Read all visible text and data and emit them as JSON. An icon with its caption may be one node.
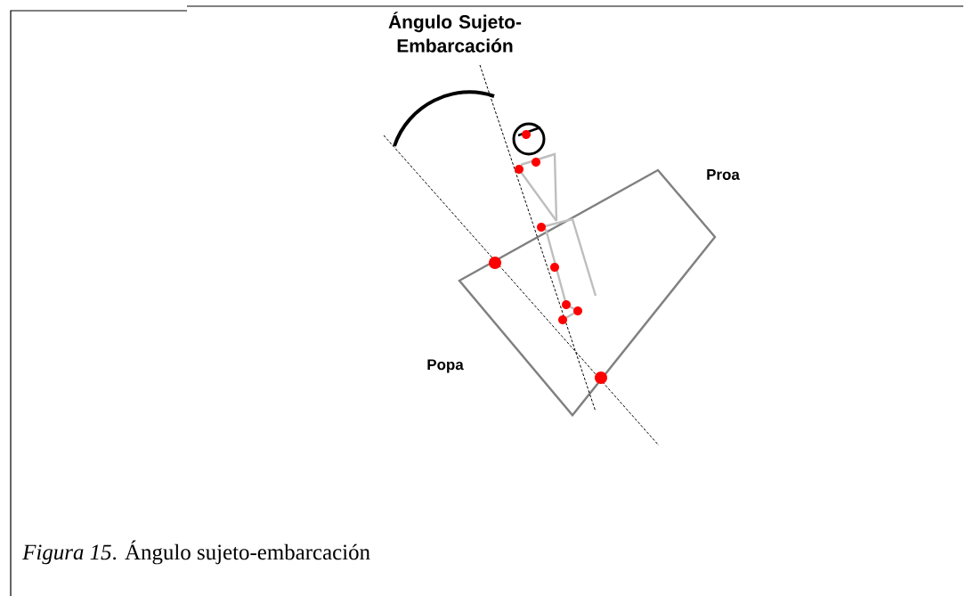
{
  "diagram": {
    "caption": "*Figura 15*. Ángulo sujeto-embarcación",
    "labels": [
      "Ángulo Sujeto-Embarcación",
      "Proa",
      "Popa"
    ]
  }
}
